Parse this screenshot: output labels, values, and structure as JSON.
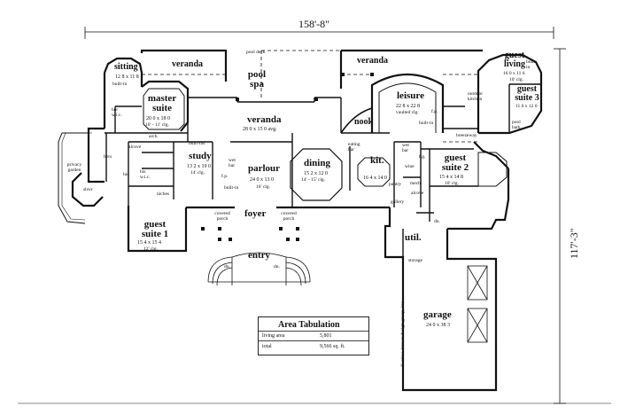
{
  "dimensions": {
    "width": "158'-8\"",
    "depth": "117'-3\""
  },
  "rooms": {
    "sitting": {
      "name": "sitting",
      "size": "12 8 x 11 8"
    },
    "veranda_left": {
      "name": "veranda"
    },
    "pool_deck": {
      "name": "pool deck"
    },
    "pool_spa": {
      "name": "pool spa"
    },
    "veranda_top": {
      "name": "veranda"
    },
    "guest_living": {
      "name": "guest living",
      "size": "16 0 x 11 6",
      "clg": "10' clg."
    },
    "built_in_gl": "built-in",
    "guest_suite_3": {
      "name": "guest suite 3",
      "size": "11 6 x 12 0"
    },
    "outdoor_kitchen": "outdoor kitchen",
    "pool_bath": "pool bath",
    "master_suite": {
      "name": "master suite",
      "size": "20 0 x 18 0",
      "clg": "10' - 11' clg."
    },
    "built_in_ms": "built-in",
    "her_wic": "her w.i.c.",
    "leisure": {
      "name": "leisure",
      "size": "22 8 x 22 8",
      "clg": "vaulted clg."
    },
    "fp_leisure": "f.p.",
    "built_in_leisure": "built-in",
    "nook": "nook",
    "veranda_center": {
      "name": "veranda",
      "size": "28 0 x 15 0 avg."
    },
    "breezeway": "breezeway",
    "alcove1": "alcove",
    "arch_labels": "arch",
    "privacy_garden": "privacy garden",
    "hers": "hers",
    "his": "his",
    "shwr": "shwr",
    "his_wic": "his w.i.c.",
    "niches": "niches",
    "study": {
      "name": "study",
      "size": "13 2 x 19 0",
      "clg": "14' clg."
    },
    "built_ins": "built-ins",
    "wet_bar": "wet bar",
    "fp_parlour": "f.p.",
    "built_in_parlour": "built-in",
    "parlour": {
      "name": "parlour",
      "size": "24 0 x 13 0",
      "clg": "16' clg."
    },
    "dining": {
      "name": "dining",
      "size": "15 2 x 12 0",
      "clg": "14' - 15' clg."
    },
    "eating_bar": "eating bar",
    "kit": {
      "name": "kit.",
      "size": "16 4 x 14 0"
    },
    "wet_bar2": "wet bar",
    "wine": "wine",
    "fg": "f.g.",
    "pantry": "pantry",
    "mech": "mech.",
    "guest_suite_2": {
      "name": "guest suite 2",
      "size": "15 4 x 14 8",
      "clg": "10' clg."
    },
    "alcove2": "alcove",
    "gallery": "gallery",
    "util": "util.",
    "dn": "dn.",
    "guest_suite_1": {
      "name": "guest suite 1",
      "size": "15 4 x 15 4",
      "clg": "12' clg."
    },
    "covered_porch": "covered porch",
    "foyer": "foyer",
    "entry": "entry",
    "storage": "storage",
    "garage": {
      "name": "garage",
      "size": "24 0 x 38 3"
    },
    "copyright": "© eric s. brown design group, inc."
  },
  "area_tabulation": {
    "title": "Area Tabulation",
    "rows": [
      {
        "label": "living area",
        "value": "5,801"
      },
      {
        "label": "total",
        "value": "9,566 sq. ft."
      }
    ]
  }
}
